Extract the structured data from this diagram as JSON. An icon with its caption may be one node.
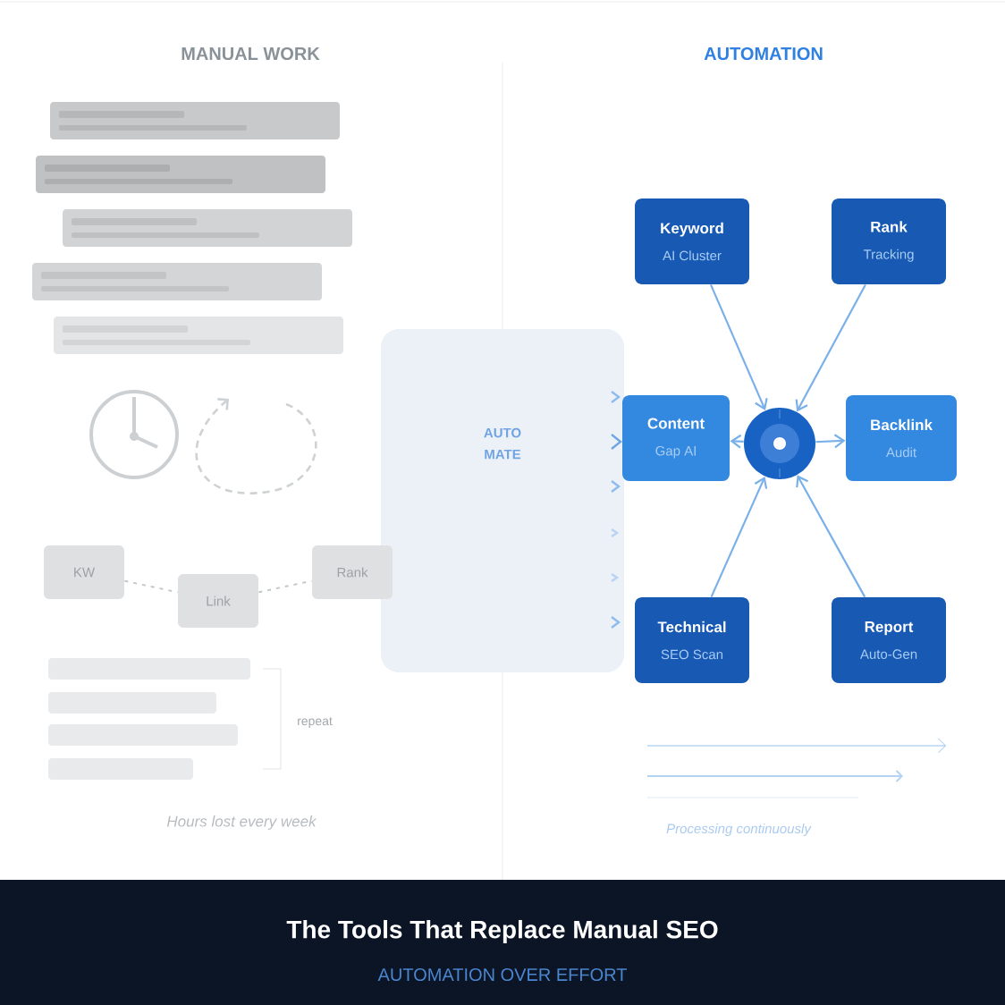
{
  "diagram": {
    "title": "The Tools That Replace Manual SEO",
    "caption": "AUTOMATION OVER EFFORT",
    "nodes": [
      {
        "text": [
          "Keyword",
          "AI Cluster"
        ]
      },
      {
        "text": [
          "Rank",
          "Tracking"
        ]
      },
      {
        "text": [
          "AUTO MATE"
        ]
      },
      {
        "text": [
          "Content",
          "Gap AI"
        ]
      },
      {
        "text": [],
        "shape": "circle"
      },
      {
        "text": [
          "Backlink",
          "Audit"
        ]
      },
      {
        "text": [
          "KW"
        ]
      },
      {
        "text": [
          "Link"
        ]
      },
      {
        "text": [
          "Rank"
        ]
      },
      {
        "text": [
          "Technical",
          "SEO Scan"
        ]
      },
      {
        "text": [
          "Report",
          "Auto-Gen"
        ]
      }
    ],
    "edges": [
      {
        "from": 0,
        "to": 4,
        "arrow": "to"
      },
      {
        "from": 1,
        "to": 4,
        "arrow": "to"
      },
      {
        "from": 9,
        "to": 4,
        "arrow": "to"
      },
      {
        "from": 10,
        "to": 4,
        "arrow": "to"
      },
      {
        "from": 4,
        "to": 5,
        "arrow": "to"
      },
      {
        "from": 4,
        "to": 3,
        "arrow": "to"
      },
      {
        "from": 6,
        "to": 7,
        "arrow": "none",
        "style": "dashed",
        "color": "#c4c7ca"
      },
      {
        "from": 7,
        "to": 8,
        "arrow": "none",
        "style": "dashed",
        "color": "#c4c7ca"
      }
    ],
    "labels": [
      "MANUAL WORK",
      "AUTOMATION",
      "repeat",
      "Hours lost every week",
      "Processing continuously"
    ]
  }
}
